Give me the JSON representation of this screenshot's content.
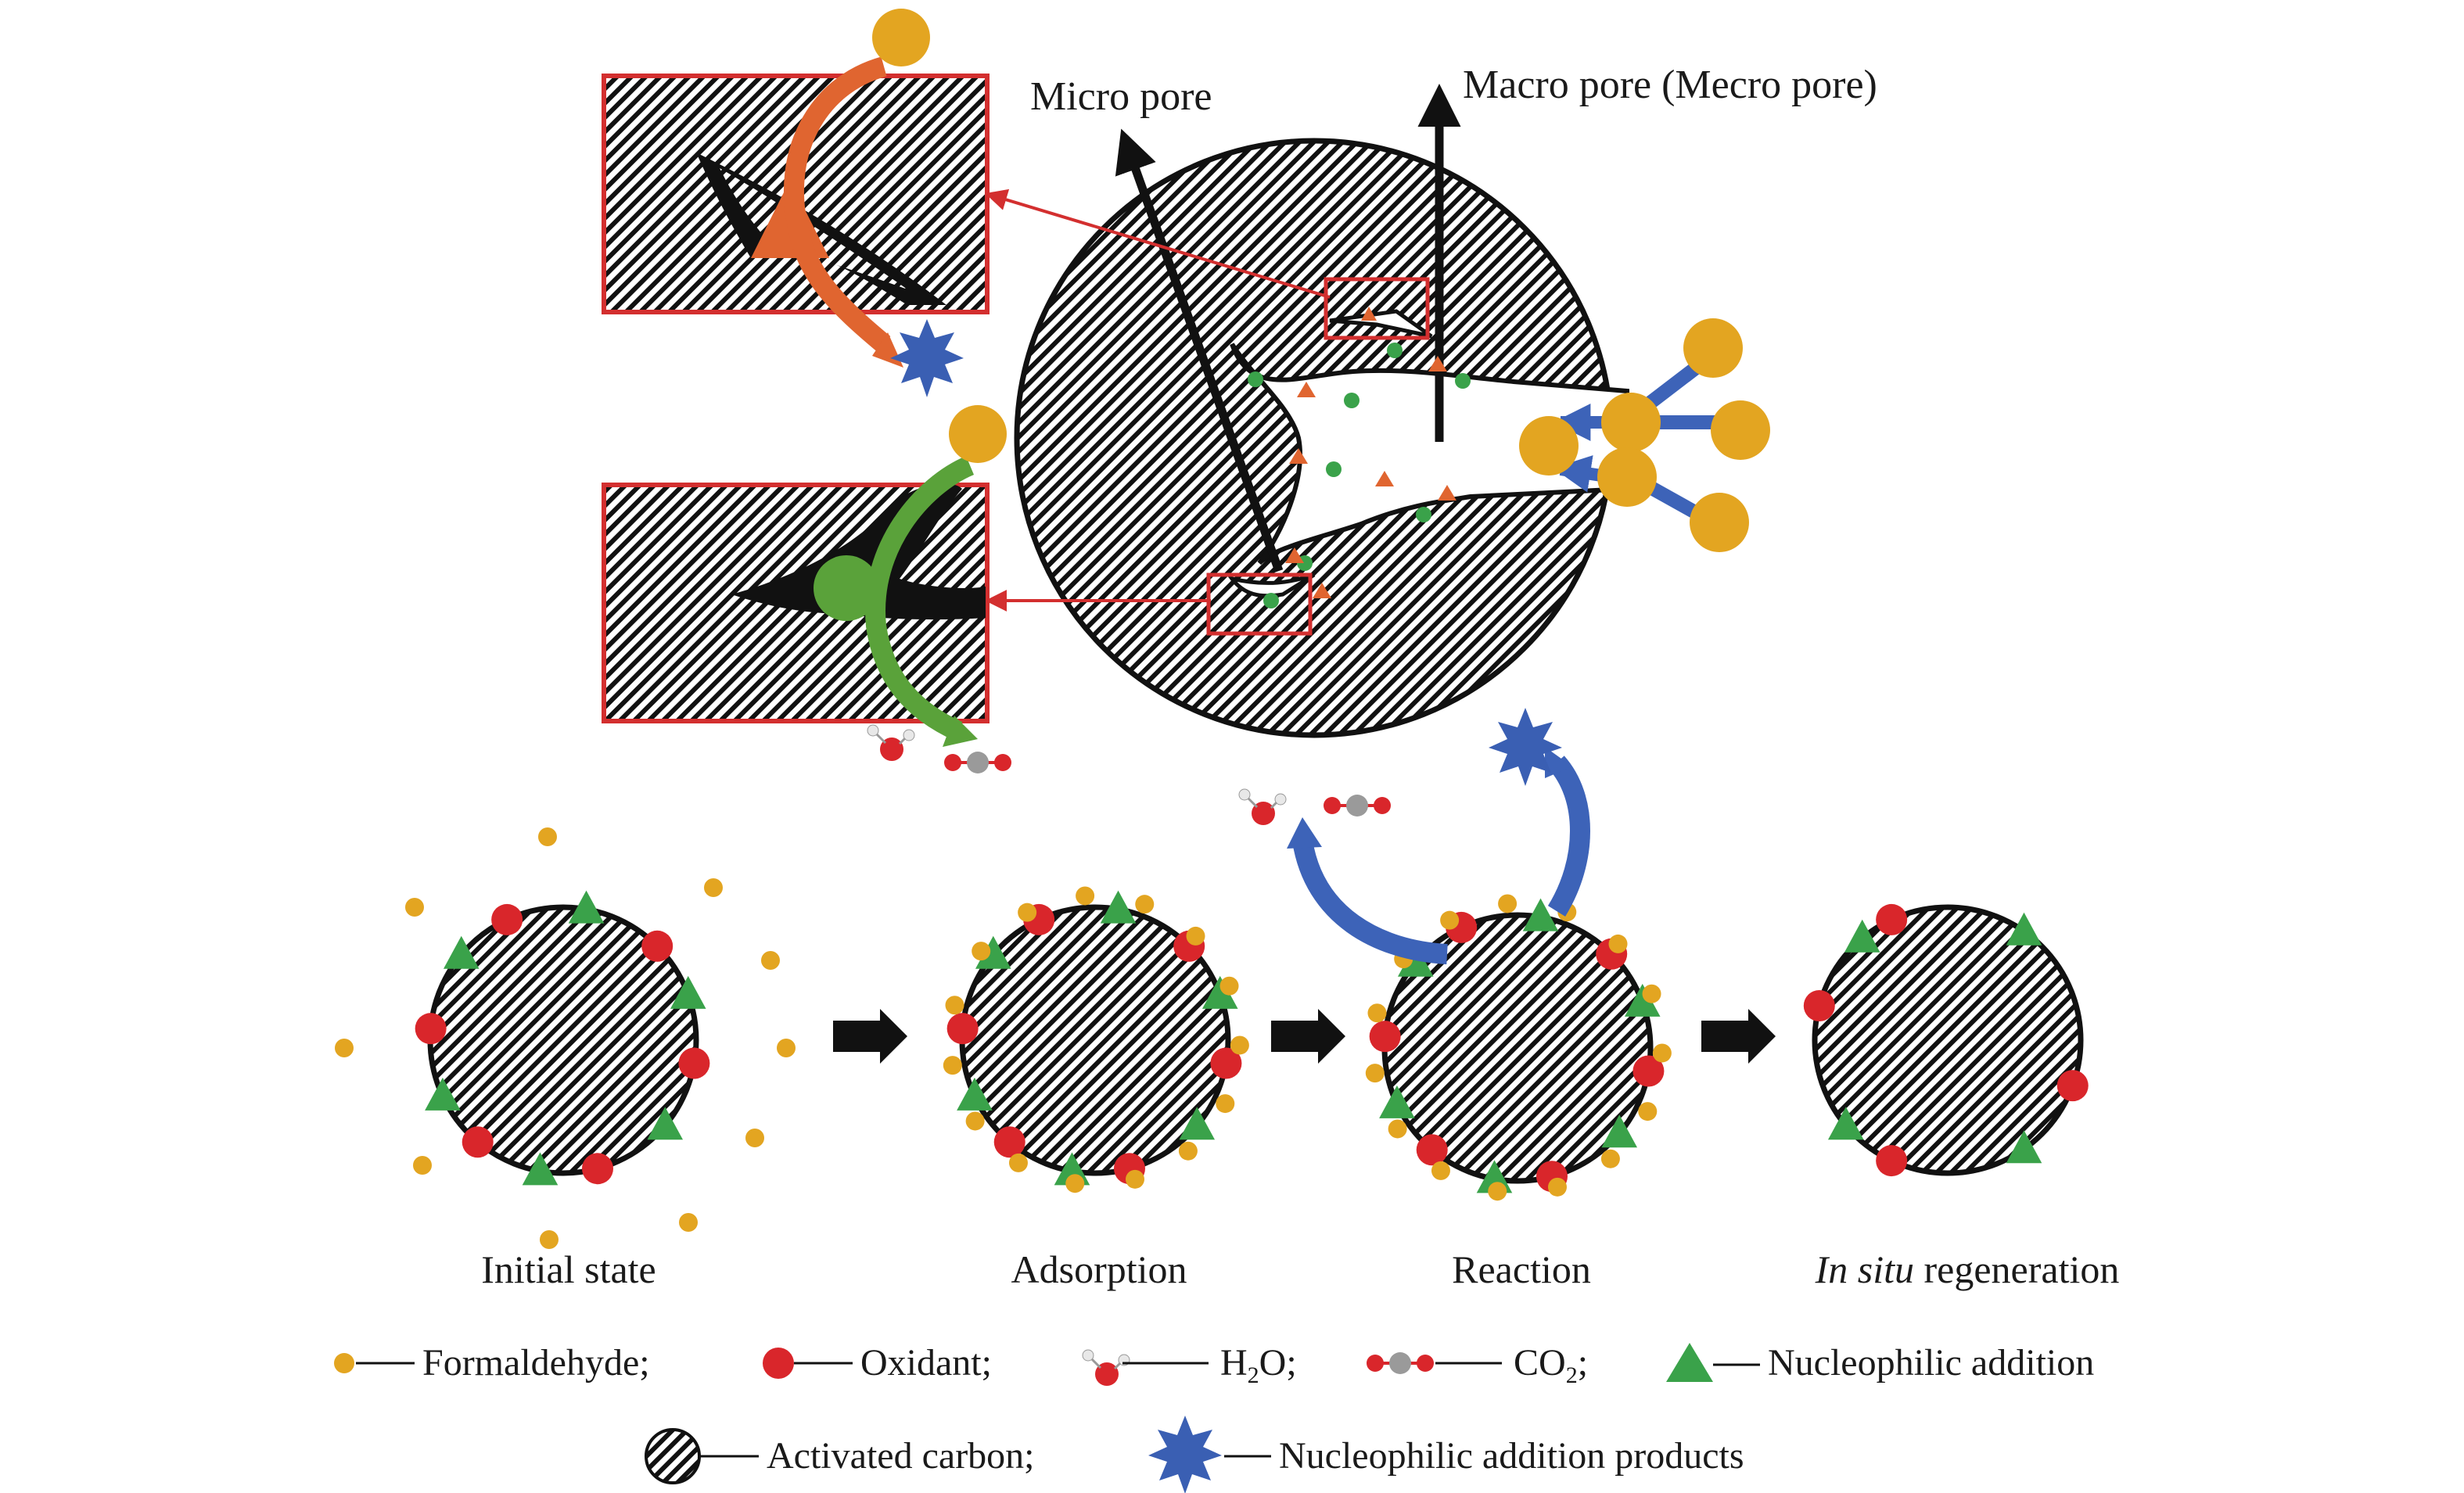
{
  "labels": {
    "micro_pore": "Micro pore",
    "macro_pore": "Macro pore (Mecro pore)"
  },
  "stages": {
    "initial": "Initial state",
    "adsorption": "Adsorption",
    "reaction": "Reaction",
    "regeneration_italic": "In situ",
    "regeneration_rest": " regeneration"
  },
  "legend": {
    "formaldehyde": "Formaldehyde;",
    "oxidant": "Oxidant;",
    "h2o_main": "H",
    "h2o_sub": "2",
    "h2o_end": "O;",
    "co2_main": "CO",
    "co2_sub": "2",
    "co2_end": ";",
    "nucleophilic_addition": "Nucleophilic addition",
    "activated_carbon": "Activated carbon;",
    "products": "Nucleophilic addition products"
  },
  "colors": {
    "formaldehyde": "#e3a521",
    "oxidant": "#d9262b",
    "nucleophilic": "#3aa24a",
    "product": "#3a5fb3",
    "frame": "#d32f2f",
    "orange_arrow": "#e06530",
    "green_arrow": "#5aa23a",
    "blue_arrow": "#3d63b8",
    "co2_carbon": "#9a9a9a"
  },
  "icons": {
    "product": "star-burst-icon",
    "flow": "right-arrow-icon"
  }
}
